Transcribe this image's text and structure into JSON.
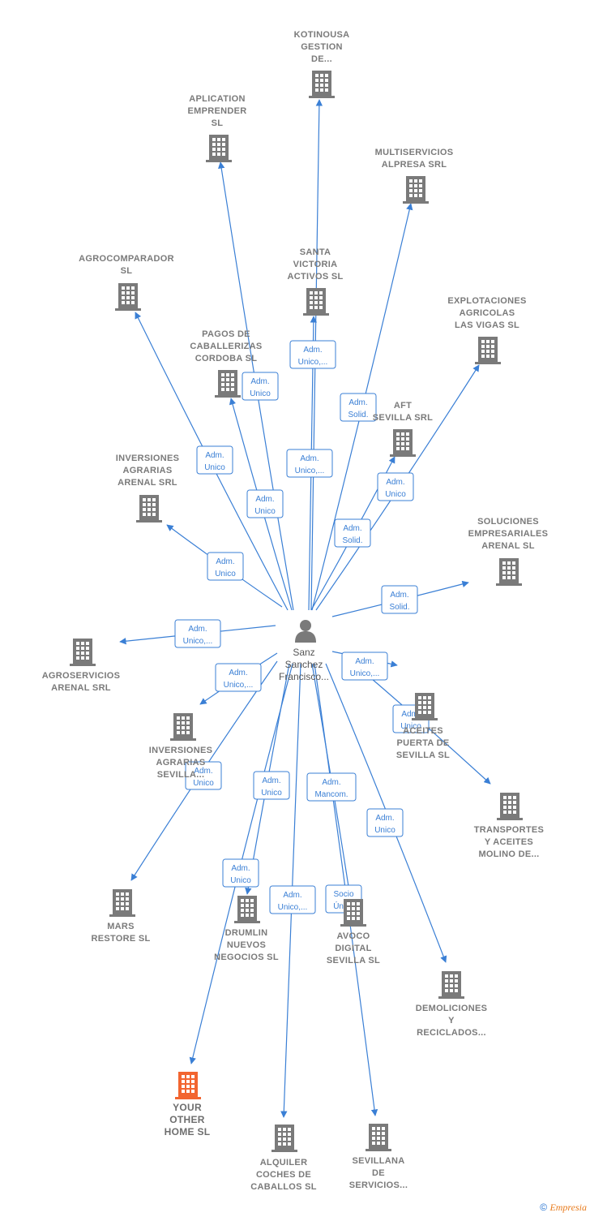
{
  "colors": {
    "edge": "#3a7fd5",
    "company": "#7a7a7a",
    "highlight": "#f26530",
    "person": "#7a7a7a",
    "label_border": "#3a7fd5"
  },
  "person": {
    "name_lines": [
      "Sanz",
      "Sanchez",
      "Francisco..."
    ],
    "icon": "person-icon"
  },
  "companies": [
    {
      "id": "kotinousa",
      "lines": [
        "KOTINOUSA",
        "GESTION",
        "DE..."
      ],
      "icon": "building-icon"
    },
    {
      "id": "aplication-emprender",
      "lines": [
        "APLICATION",
        "EMPRENDER",
        "SL"
      ],
      "icon": "building-icon"
    },
    {
      "id": "multiservicios-alpresa",
      "lines": [
        "MULTISERVICIOS",
        "ALPRESA SRL"
      ],
      "icon": "building-icon"
    },
    {
      "id": "agrocomparador",
      "lines": [
        "AGROCOMPARADOR",
        "SL"
      ],
      "icon": "building-icon"
    },
    {
      "id": "santa-victoria",
      "lines": [
        "SANTA",
        "VICTORIA",
        "ACTIVOS  SL"
      ],
      "icon": "building-icon"
    },
    {
      "id": "explotaciones-agricolas",
      "lines": [
        "EXPLOTACIONES",
        "AGRICOLAS",
        "LAS VIGAS SL"
      ],
      "icon": "building-icon"
    },
    {
      "id": "pagos-caballerizas",
      "lines": [
        "PAGOS DE",
        "CABALLERIZAS",
        "CORDOBA SL"
      ],
      "icon": "building-icon"
    },
    {
      "id": "aft-sevilla",
      "lines": [
        "AFT",
        "SEVILLA SRL"
      ],
      "icon": "building-icon"
    },
    {
      "id": "inversiones-agrarias-arenal",
      "lines": [
        "INVERSIONES",
        "AGRARIAS",
        "ARENAL SRL"
      ],
      "icon": "building-icon"
    },
    {
      "id": "soluciones-empresariales",
      "lines": [
        "SOLUCIONES",
        "EMPRESARIALES",
        "ARENAL  SL"
      ],
      "icon": "building-icon"
    },
    {
      "id": "agroservicios-arenal",
      "lines": [
        "AGROSERVICIOS",
        "ARENAL SRL"
      ],
      "icon": "building-icon"
    },
    {
      "id": "aceites-puerta",
      "lines": [
        "ACEITES",
        "PUERTA DE",
        "SEVILLA  SL"
      ],
      "icon": "building-icon"
    },
    {
      "id": "inversiones-agrarias-sevilla",
      "lines": [
        "INVERSIONES",
        "AGRARIAS",
        "SEVILLA..."
      ],
      "icon": "building-icon"
    },
    {
      "id": "transportes-aceites",
      "lines": [
        "TRANSPORTES",
        "Y ACEITES",
        "MOLINO DE..."
      ],
      "icon": "building-icon"
    },
    {
      "id": "mars-restore",
      "lines": [
        "MARS",
        "RESTORE SL"
      ],
      "icon": "building-icon"
    },
    {
      "id": "drumlin",
      "lines": [
        "DRUMLIN",
        "NUEVOS",
        "NEGOCIOS  SL"
      ],
      "icon": "building-icon"
    },
    {
      "id": "avoco-digital",
      "lines": [
        "AVOCO",
        "DIGITAL",
        "SEVILLA  SL"
      ],
      "icon": "building-icon"
    },
    {
      "id": "demoliciones",
      "lines": [
        "DEMOLICIONES",
        "Y",
        "RECICLADOS..."
      ],
      "icon": "building-icon"
    },
    {
      "id": "your-other-home",
      "lines": [
        "YOUR",
        "OTHER",
        "HOME  SL"
      ],
      "icon": "building-icon",
      "highlight": true
    },
    {
      "id": "alquiler-coches",
      "lines": [
        "ALQUILER",
        "COCHES DE",
        "CABALLOS  SL"
      ],
      "icon": "building-icon"
    },
    {
      "id": "sevillana-servicios",
      "lines": [
        "SEVILLANA",
        "DE",
        "SERVICIOS..."
      ],
      "icon": "building-icon"
    }
  ],
  "relations": [
    {
      "target": "kotinousa",
      "role": [
        "Adm.",
        "Unico,..."
      ]
    },
    {
      "target": "aplication-emprender",
      "role": [
        "Adm.",
        "Unico"
      ]
    },
    {
      "target": "multiservicios-alpresa",
      "role": [
        "Adm.",
        "Solid."
      ]
    },
    {
      "target": "agrocomparador",
      "role": [
        "Adm.",
        "Unico"
      ]
    },
    {
      "target": "santa-victoria",
      "role": [
        "Adm.",
        "Unico,..."
      ]
    },
    {
      "target": "explotaciones-agricolas",
      "role": [
        "Adm.",
        "Unico"
      ]
    },
    {
      "target": "pagos-caballerizas",
      "role": [
        "Adm.",
        "Unico"
      ]
    },
    {
      "target": "aft-sevilla",
      "role": [
        "Adm.",
        "Solid."
      ]
    },
    {
      "target": "inversiones-agrarias-arenal",
      "role": [
        "Adm.",
        "Unico"
      ]
    },
    {
      "target": "soluciones-empresariales",
      "role": [
        "Adm.",
        "Solid."
      ]
    },
    {
      "target": "agroservicios-arenal",
      "role": [
        "Adm.",
        "Unico,..."
      ]
    },
    {
      "target": "aceites-puerta",
      "role": [
        "Adm.",
        "Unico,..."
      ]
    },
    {
      "target": "inversiones-agrarias-sevilla",
      "role": [
        "Adm.",
        "Unico,..."
      ]
    },
    {
      "target": "transportes-aceites",
      "role": [
        "Adm.",
        "Unico"
      ]
    },
    {
      "target": "mars-restore",
      "role": [
        "Adm.",
        "Unico"
      ]
    },
    {
      "target": "drumlin",
      "role": [
        "Adm.",
        "Unico"
      ]
    },
    {
      "target": "avoco-digital",
      "role": [
        "Adm.",
        "Mancom."
      ]
    },
    {
      "target": "demoliciones",
      "role": [
        "Adm.",
        "Unico"
      ]
    },
    {
      "target": "your-other-home",
      "role": [
        "Adm.",
        "Unico"
      ]
    },
    {
      "target": "alquiler-coches",
      "role": [
        "Adm.",
        "Unico,..."
      ]
    },
    {
      "target": "sevillana-servicios",
      "role": [
        "Socio",
        "Único"
      ]
    }
  ],
  "footer": {
    "copyright": "©",
    "brand": "Empresia"
  }
}
